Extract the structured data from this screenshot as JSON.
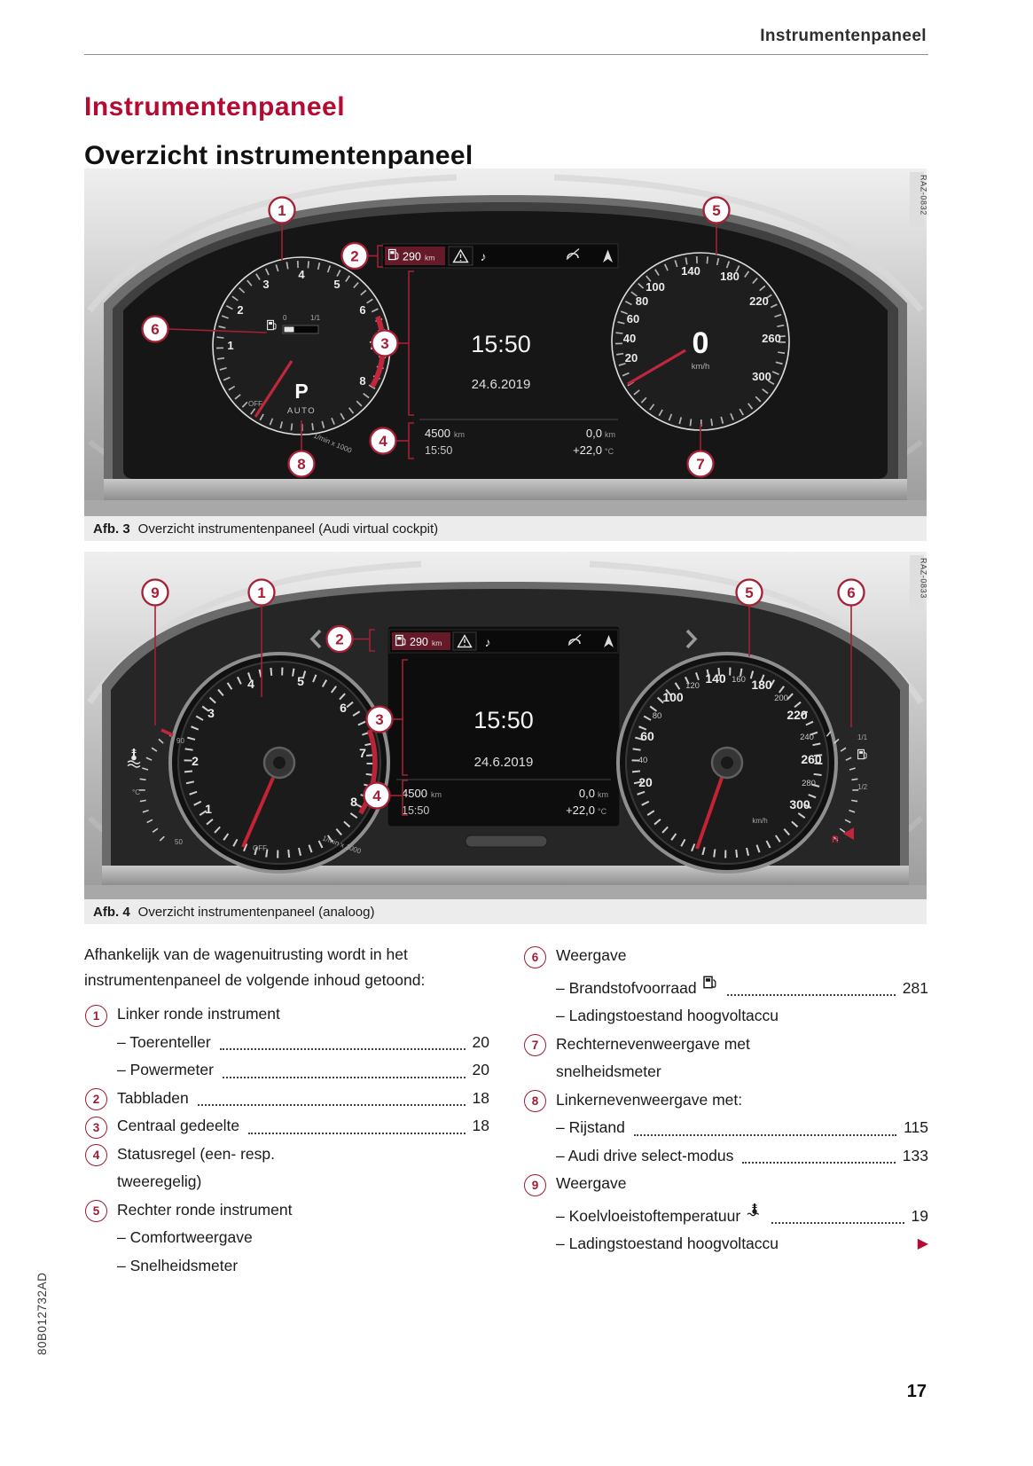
{
  "page": {
    "running_header": "Instrumentenpaneel",
    "title_red": "Instrumentenpaneel",
    "title_black": "Overzicht instrumentenpaneel",
    "page_number": "17",
    "doc_code": "80B012732AD"
  },
  "colors": {
    "accent_red": "#b30b31",
    "callout_red": "#a32035"
  },
  "icons": {
    "fuel_pump": "fuel-pump-icon",
    "coolant_temp": "coolant-temp-icon",
    "warning_triangle": "warning-triangle-icon",
    "phone_mute": "phone-mute-icon",
    "nav_arrow": "nav-arrow-icon",
    "music_note": "♪",
    "continue_arrow": "▶"
  },
  "fig3": {
    "caption_label": "Afb. 3",
    "caption_text": "Overzicht instrumentenpaneel (Audi virtual cockpit)",
    "ref_code": "RAZ-0832",
    "callouts": [
      "1",
      "2",
      "3",
      "4",
      "5",
      "6",
      "7",
      "8"
    ],
    "tacho": {
      "labels": [
        "1",
        "2",
        "3",
        "4",
        "5",
        "6",
        "7",
        "8"
      ],
      "scale_label": "1/min x 1000",
      "off_label": "OFF",
      "gear": "P",
      "gear_mode": "AUTO",
      "fuel_min": "0",
      "fuel_max": "1/1"
    },
    "speedo": {
      "labels": [
        "20",
        "40",
        "60",
        "80",
        "100",
        "140",
        "180",
        "220",
        "260",
        "300"
      ],
      "value": "0",
      "unit": "km/h"
    },
    "display": {
      "range_value": "290",
      "range_unit": "km",
      "time": "15:50",
      "date": "24.6.2019",
      "odometer": "4500",
      "odometer_unit": "km",
      "clock": "15:50",
      "trip": "0,0",
      "trip_unit": "km",
      "outside_temp": "+22,0",
      "outside_temp_unit": "°C"
    }
  },
  "fig4": {
    "caption_label": "Afb. 4",
    "caption_text": "Overzicht instrumentenpaneel (analoog)",
    "ref_code": "RAZ-0833",
    "callouts": [
      "9",
      "1",
      "2",
      "3",
      "4",
      "5",
      "6"
    ],
    "tacho": {
      "labels": [
        "1",
        "2",
        "3",
        "4",
        "5",
        "6",
        "7",
        "8"
      ],
      "scale_label": "1/min x 1000",
      "off_label": "OFF"
    },
    "speedo": {
      "labels_major": [
        "20",
        "60",
        "100",
        "140",
        "180",
        "220",
        "260",
        "300"
      ],
      "labels_minor": [
        "40",
        "80",
        "120",
        "160",
        "200",
        "240",
        "280"
      ],
      "unit": "km/h"
    },
    "temp_gauge": {
      "hot_label": "90",
      "unit": "°C",
      "cold_label": "50"
    },
    "fuel_gauge": {
      "full": "1/1",
      "half": "1/2",
      "reserve": "R"
    },
    "display": {
      "range_value": "290",
      "range_unit": "km",
      "time": "15:50",
      "date": "24.6.2019",
      "odometer": "4500",
      "odometer_unit": "km",
      "clock": "15:50",
      "trip": "0,0",
      "trip_unit": "km",
      "outside_temp": "+22,0",
      "outside_temp_unit": "°C"
    }
  },
  "content": {
    "intro": "Afhankelijk van de wagenuitrusting wordt in het instrumentenpaneel de volgende inhoud getoond:",
    "left": [
      {
        "num": "1",
        "lines": [
          "Linker ronde instrument"
        ],
        "subs": [
          {
            "label": "– Toerenteller",
            "page": "20"
          },
          {
            "label": "– Powermeter",
            "page": "20"
          }
        ]
      },
      {
        "num": "2",
        "lines": [
          "Tabbladen"
        ],
        "page": "18"
      },
      {
        "num": "3",
        "lines": [
          "Centraal gedeelte"
        ],
        "page": "18"
      },
      {
        "num": "4",
        "lines": [
          "Statusregel (een- resp.",
          "tweeregelig)"
        ]
      },
      {
        "num": "5",
        "lines": [
          "Rechter ronde instrument"
        ],
        "subs": [
          {
            "label": "– Comfortweergave"
          },
          {
            "label": "– Snelheidsmeter"
          }
        ]
      }
    ],
    "right": [
      {
        "num": "6",
        "lines": [
          "Weergave"
        ],
        "subs": [
          {
            "label": "– Brandstofvoorraad",
            "icon": "fuel-pump-icon",
            "page": "281"
          },
          {
            "label": "– Ladingstoestand hoogvoltaccu"
          }
        ]
      },
      {
        "num": "7",
        "lines": [
          "Rechternevenweergave met",
          "snelheidsmeter"
        ]
      },
      {
        "num": "8",
        "lines": [
          "Linkernevenweergave met:"
        ],
        "subs": [
          {
            "label": "– Rijstand",
            "page": "115"
          },
          {
            "label": "– Audi drive select-modus",
            "page": "133"
          }
        ]
      },
      {
        "num": "9",
        "lines": [
          "Weergave"
        ],
        "subs": [
          {
            "label": "– Koelvloeistoftemperatuur",
            "icon": "coolant-temp-icon",
            "page": "19"
          },
          {
            "label": "– Ladingstoestand hoogvoltaccu",
            "marker": "▶"
          }
        ]
      }
    ]
  }
}
